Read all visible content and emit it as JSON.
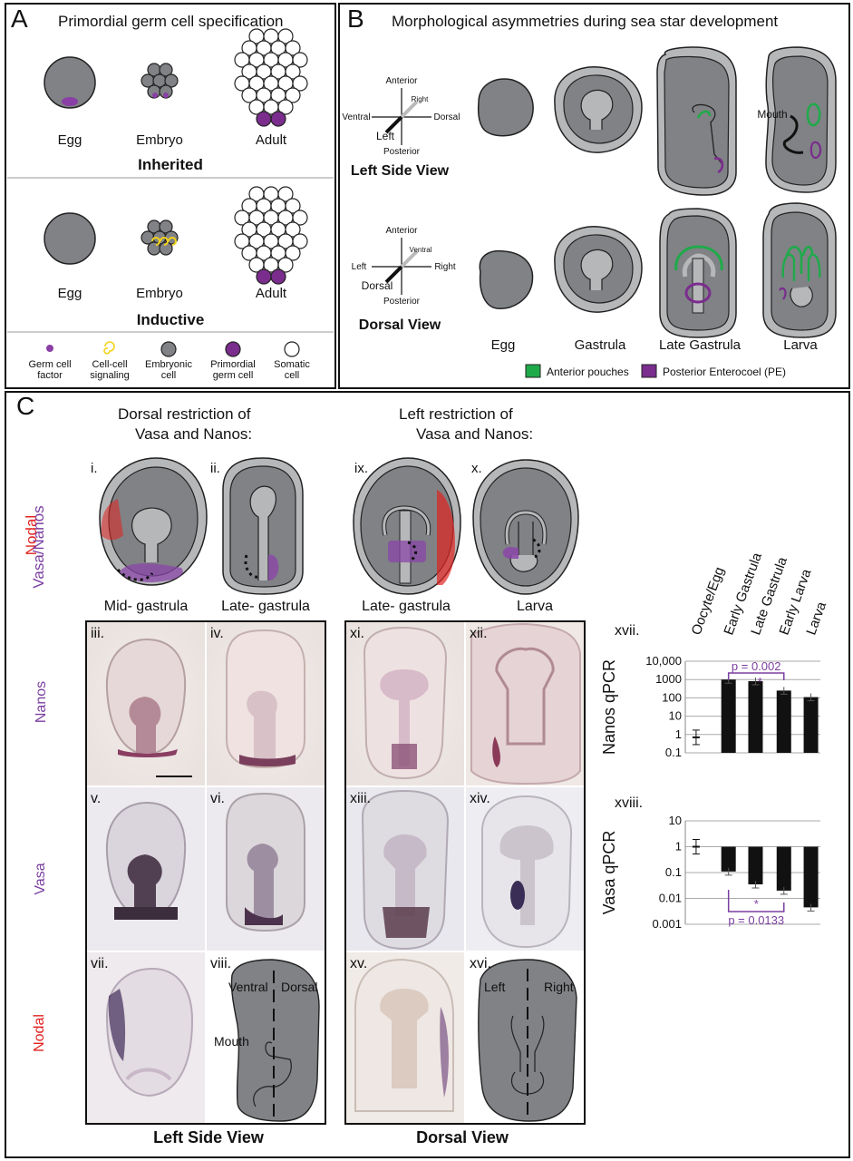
{
  "panelA": {
    "label": "A",
    "title": "Primordial germ cell specification",
    "stages_row1": [
      "Egg",
      "Embryo",
      "Adult"
    ],
    "mode1": "Inherited",
    "stages_row2": [
      "Egg",
      "Embryo",
      "Adult"
    ],
    "mode2": "Inductive",
    "legend": [
      {
        "label": "Germ cell factor",
        "icon": "small-purple-dot"
      },
      {
        "label": "Cell-cell signaling",
        "icon": "yellow-spiral"
      },
      {
        "label": "Embryonic cell",
        "icon": "gray-circle"
      },
      {
        "label": "Primordial germ cell",
        "icon": "purple-circle"
      },
      {
        "label": "Somatic cell",
        "icon": "white-circle"
      }
    ]
  },
  "panelB": {
    "label": "B",
    "title": "Morphological asymmetries during sea star development",
    "axes1": {
      "top": "Anterior",
      "bottom": "Posterior",
      "left": "Ventral",
      "right": "Dorsal",
      "diag_front": "Left",
      "diag_back": "Right"
    },
    "view1": "Left Side View",
    "mouth": "Mouth",
    "axes2": {
      "top": "Anterior",
      "bottom": "Posterior",
      "left": "Left",
      "right": "Right",
      "diag_front": "Dorsal",
      "diag_back": "Ventral"
    },
    "view2": "Dorsal View",
    "stages": [
      "Egg",
      "Gastrula",
      "Late Gastrula",
      "Larva"
    ],
    "legend": [
      {
        "label": "Anterior pouches",
        "color": "#1faa4a"
      },
      {
        "label": "Posterior Enterocoel (PE)",
        "color": "#7b2d8e"
      }
    ]
  },
  "panelC": {
    "label": "C",
    "heading_left": [
      "Dorsal restriction of",
      "Vasa and Nanos:"
    ],
    "heading_right": [
      "Left restriction of",
      "Vasa and Nanos:"
    ],
    "legend_nodal": "Nodal",
    "legend_vasa_nanos": "Vasa/Nanos",
    "schematic_labels": [
      "i.",
      "ii.",
      "ix.",
      "x."
    ],
    "col_titles": [
      "Mid- gastrula",
      "Late- gastrula",
      "Late- gastrula",
      "Larva"
    ],
    "row_labels": [
      "Nanos",
      "Vasa",
      "Nodal"
    ],
    "photo_labels": [
      "iii.",
      "iv.",
      "v.",
      "vi.",
      "vii.",
      "viii.",
      "xi.",
      "xii.",
      "xiii.",
      "xiv.",
      "xv.",
      "xvi."
    ],
    "viii_labels": {
      "ventral": "Ventral",
      "dorsal": "Dorsal",
      "mouth": "Mouth"
    },
    "xvi_labels": {
      "left": "Left",
      "right": "Right"
    },
    "view_left": "Left Side View",
    "view_right": "Dorsal View",
    "colors": {
      "nodal": "#e0221f",
      "vasa_nanos": "#7b3fa0"
    }
  },
  "chart_data": [
    {
      "type": "bar",
      "panel": "xvii.",
      "ylabel": "Nanos qPCR",
      "yscale": "log",
      "ylim": [
        0.1,
        10000
      ],
      "yticks": [
        "10,000",
        "1000",
        "100",
        "10",
        "1",
        "0.1"
      ],
      "categories": [
        "Oocyte/Egg",
        "Early Gastrula",
        "Late Gastrula",
        "Early Larva",
        "Larva"
      ],
      "values": [
        0.7,
        1000,
        820,
        250,
        110
      ],
      "annotation": "p = 0.002",
      "annotation_mark": "*"
    },
    {
      "type": "bar",
      "panel": "xviii.",
      "ylabel": "Vasa qPCR",
      "yscale": "log",
      "ylim": [
        0.001,
        10
      ],
      "yticks": [
        "10",
        "1",
        "0.1",
        "0.01",
        "0.001"
      ],
      "categories": [
        "Oocyte/Egg",
        "Early Gastrula",
        "Late Gastrula",
        "Early Larva",
        "Larva"
      ],
      "values": [
        1.0,
        0.11,
        0.035,
        0.02,
        0.0045
      ],
      "annotation": "p = 0.0133",
      "annotation_mark": "*"
    }
  ]
}
